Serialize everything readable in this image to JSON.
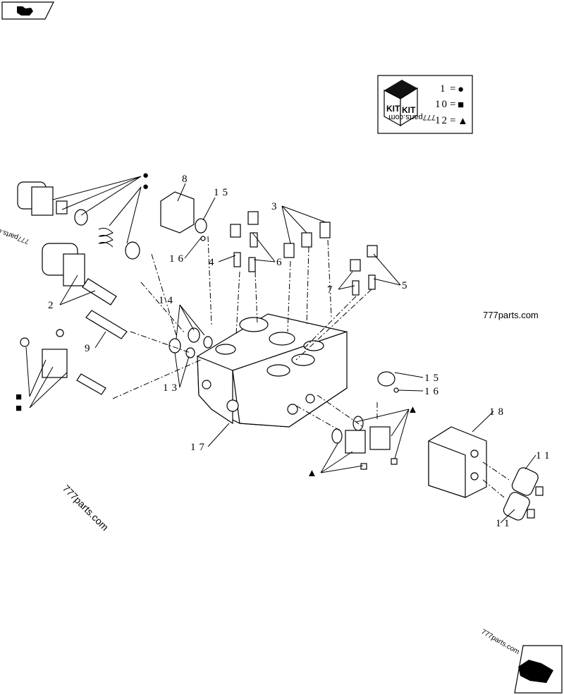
{
  "nav": {
    "prev_icon": "hand-pointing-left-icon",
    "next_icon": "hand-pointing-right-icon"
  },
  "kit_legend": {
    "box_label_1": "KIT",
    "box_label_2": "KIT",
    "items": [
      {
        "number": "1",
        "symbol": "●"
      },
      {
        "number": "10",
        "symbol": "■"
      },
      {
        "number": "12",
        "symbol": "▲"
      }
    ]
  },
  "callouts": {
    "c2": "2",
    "c3": "3",
    "c4": "4",
    "c5": "5",
    "c6": "6",
    "c7": "7",
    "c8": "8",
    "c9": "9",
    "c11a": "11",
    "c11b": "11",
    "c13": "13",
    "c14": "14",
    "c15a": "15",
    "c15b": "15",
    "c16a": "16",
    "c16b": "16",
    "c17": "17",
    "c18": "18"
  },
  "symbols": {
    "circle": "●",
    "square": "■",
    "triangle": "▲"
  },
  "watermarks": {
    "w1": "777parts.com",
    "w2": "777parts.com",
    "w3": "777parts.com",
    "w4": "777parts.com",
    "w5": "777parts.com"
  }
}
